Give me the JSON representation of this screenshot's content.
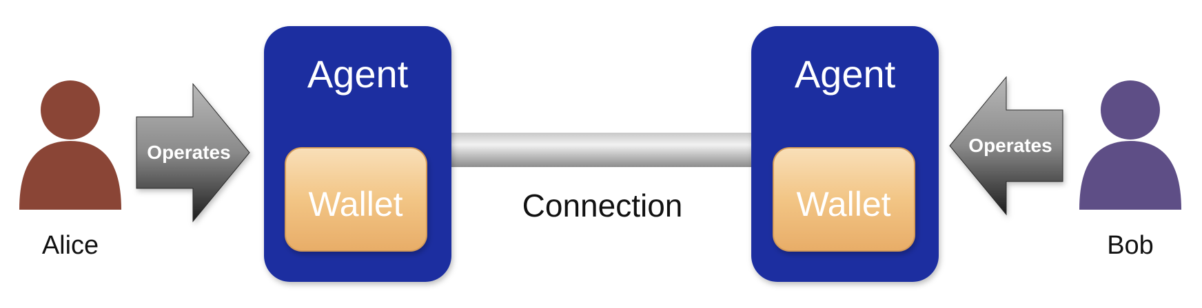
{
  "people": {
    "left": {
      "name": "Alice",
      "color": "#8a4536"
    },
    "right": {
      "name": "Bob",
      "color": "#5e4e86"
    }
  },
  "arrows": {
    "left": {
      "label": "Operates"
    },
    "right": {
      "label": "Operates"
    }
  },
  "agents": {
    "left": {
      "title": "Agent",
      "wallet": "Wallet"
    },
    "right": {
      "title": "Agent",
      "wallet": "Wallet"
    }
  },
  "connection": {
    "label": "Connection"
  },
  "colors": {
    "agent_fill": "#1a2fa0",
    "wallet_fill": "#f3c98f",
    "wallet_border": "#d9a465",
    "arrow_dark": "#1a1a1a",
    "arrow_light": "#9a9a9a",
    "connector_light": "#e6e6e6",
    "connector_dark": "#9e9e9e"
  }
}
